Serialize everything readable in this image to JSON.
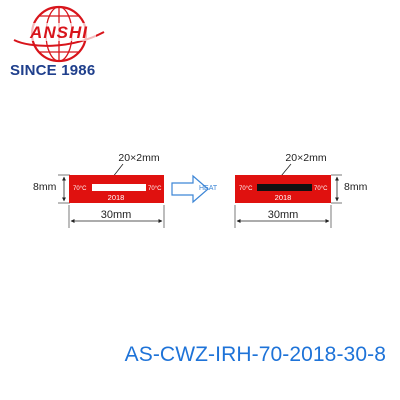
{
  "brand": {
    "logo_text": "ANSHI",
    "tagline": "SINCE 1986",
    "colors": {
      "logo_red": "#d8141b",
      "tagline_blue": "#1f3f8c"
    }
  },
  "diagram": {
    "before": {
      "size_label": "20×2mm",
      "height_label": "8mm",
      "left_temp": "70°C",
      "right_temp": "70°C",
      "year": "2018",
      "width_label": "30mm",
      "window_state": "white"
    },
    "arrow": {
      "label": "HEAT",
      "icon": "right-arrow-icon"
    },
    "after": {
      "size_label": "20×2mm",
      "height_label": "8mm",
      "left_temp": "70°C",
      "right_temp": "70°C",
      "year": "2018",
      "width_label": "30mm",
      "window_state": "black"
    },
    "colors": {
      "label_red": "#e0110f",
      "arrow_blue": "#3d86d6",
      "line": "#222222"
    }
  },
  "product": {
    "model_code": "AS-CWZ-IRH-70-2018-30-8",
    "color": "#1e73d8"
  }
}
